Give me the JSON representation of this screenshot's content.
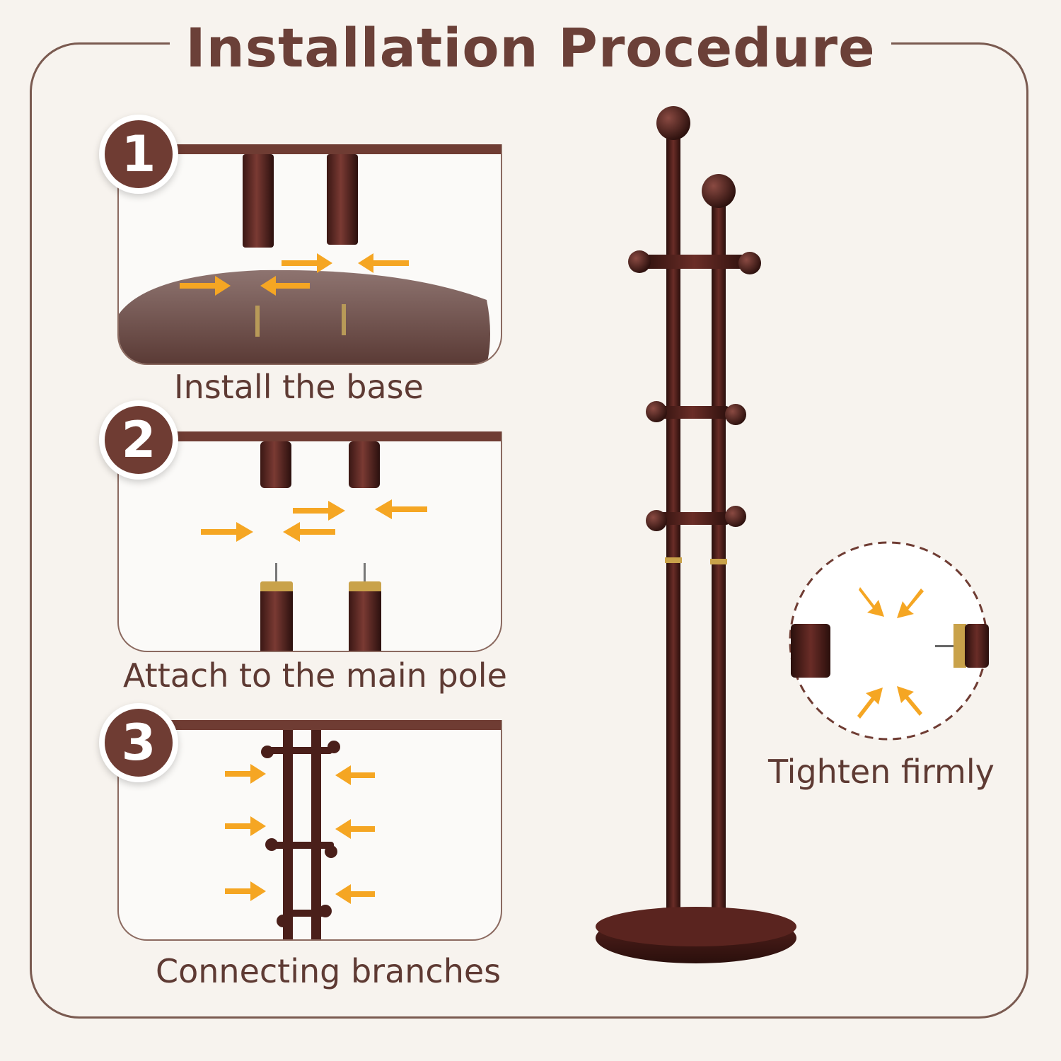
{
  "title": "Installation Procedure",
  "steps": [
    {
      "number": "1",
      "caption": "Install the base"
    },
    {
      "number": "2",
      "caption": "Attach to the main pole"
    },
    {
      "number": "3",
      "caption": "Connecting branches"
    }
  ],
  "detail": {
    "caption": "Tighten firmly"
  },
  "colors": {
    "brand": "#6f3c33",
    "arrow": "#f5a623",
    "background": "#f7f3ee",
    "gold": "#c9a24a"
  }
}
